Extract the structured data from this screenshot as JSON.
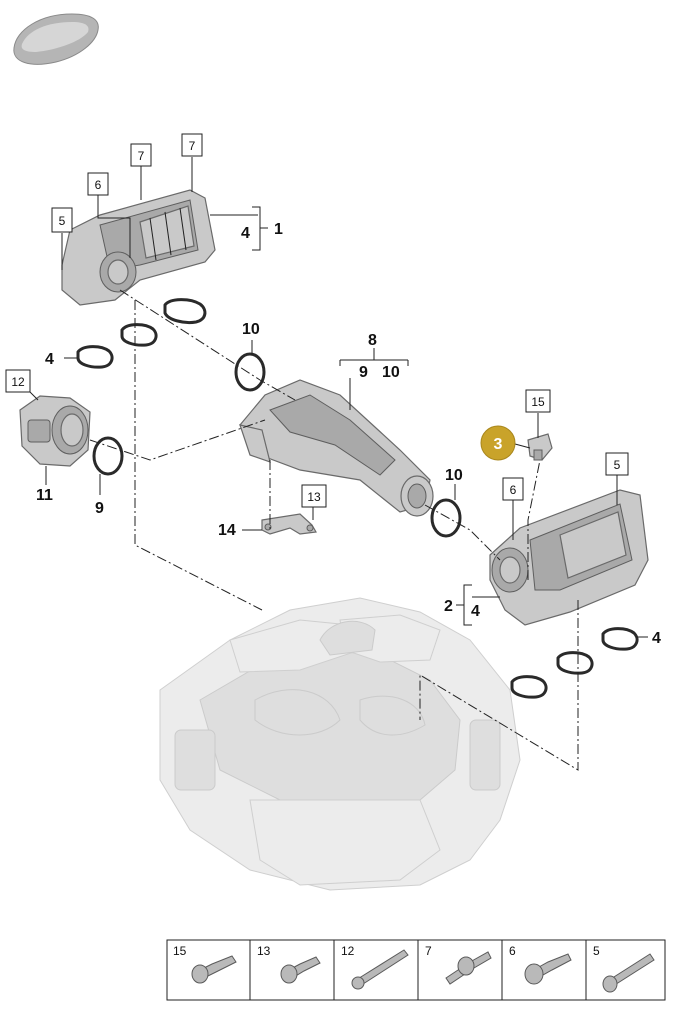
{
  "callouts": {
    "c1": "1",
    "c2": "2",
    "c4a": "4",
    "c4b": "4",
    "c4c": "4",
    "c4d": "4",
    "c8": "8",
    "c9a": "9",
    "c9b": "9",
    "c10a": "10",
    "c10b": "10",
    "c10c": "10",
    "c11": "11",
    "c14": "14"
  },
  "boxed_callouts": {
    "b5a": "5",
    "b5b": "5",
    "b6a": "6",
    "b6b": "6",
    "b7a": "7",
    "b7b": "7",
    "b12": "12",
    "b13": "13",
    "b15": "15"
  },
  "highlight_badge": {
    "label": "3",
    "color": "#c9a32a"
  },
  "fastener_table": [
    "15",
    "13",
    "12",
    "7",
    "6",
    "5"
  ],
  "icons": [
    "car-silhouette-icon"
  ]
}
